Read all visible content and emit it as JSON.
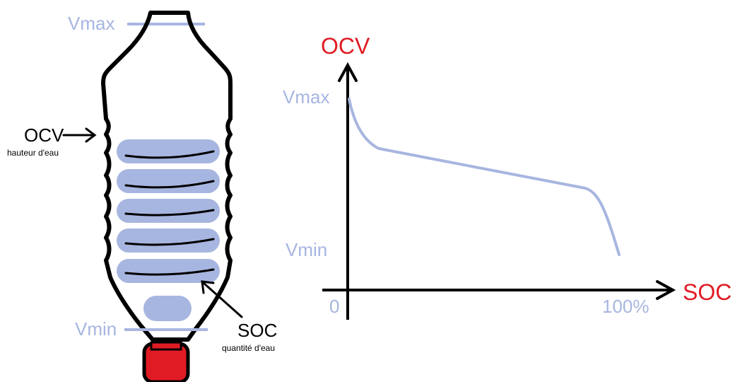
{
  "bottle": {
    "vmax_label": "Vmax",
    "vmin_label": "Vmin",
    "ocv_label": "OCV",
    "ocv_sublabel": "hauteur d'eau",
    "soc_label": "SOC",
    "soc_sublabel": "quantité d'eau"
  },
  "chart": {
    "ylabel": "OCV",
    "xlabel": "SOC",
    "ymax_label": "Vmax",
    "ymin_label": "Vmin",
    "x0_label": "0",
    "x100_label": "100%"
  },
  "colors": {
    "water": "#a7b6e0",
    "cap": "#e01b24",
    "axis_label": "#e01b24",
    "outline": "#000000"
  }
}
